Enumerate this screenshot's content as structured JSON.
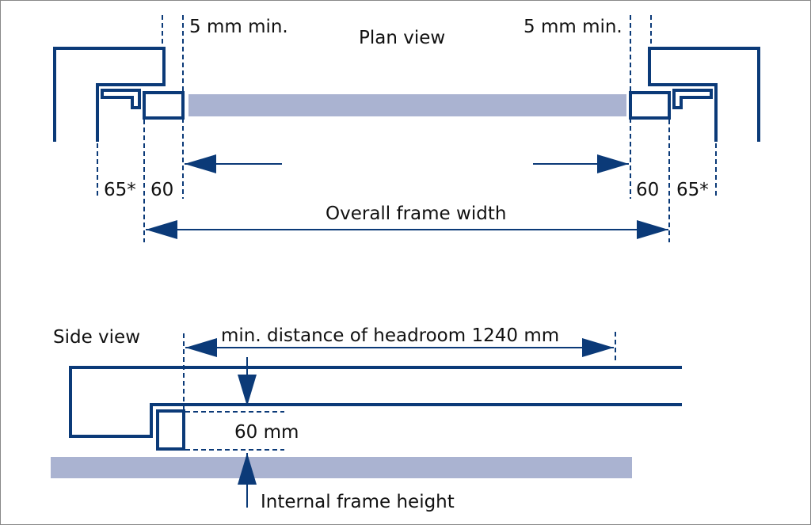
{
  "plan_view": {
    "title": "Plan view",
    "gap_left": "5 mm min.",
    "gap_right": "5 mm min.",
    "dim_left_outer": "65*",
    "dim_left_inner": "60",
    "dim_right_inner": "60",
    "dim_right_outer": "65*",
    "overall_label": "Overall frame width"
  },
  "side_view": {
    "title": "Side view",
    "headroom_label": "min. distance of headroom 1240 mm",
    "frame_height_dim": "60 mm",
    "internal_label": "Internal frame height"
  },
  "colors": {
    "line": "#0b3a78",
    "glass": "#aab3d1"
  }
}
